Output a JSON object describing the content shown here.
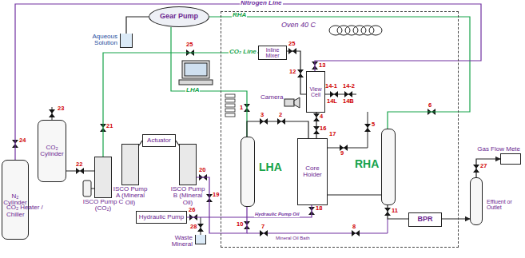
{
  "diagram": {
    "nodes": [
      {
        "text": [
          "Gear Pump"
        ]
      },
      {
        "text": [
          "N₂ Cylinder"
        ]
      },
      {
        "text": [
          "CO₂ Cylinder"
        ]
      },
      {
        "text": [
          "ISCO Pump C (CO₂)"
        ]
      },
      {
        "text": [
          "ISCO Pump A (Mineral Oil)"
        ]
      },
      {
        "text": [
          "Actuator"
        ]
      },
      {
        "text": [
          "ISCO Pump B (Mineral Oil)"
        ]
      },
      {
        "text": [
          "Hydraulic Pump"
        ]
      },
      {
        "text": [
          "Aqueous Solution"
        ]
      },
      {
        "text": [
          "Waste Mineral"
        ]
      },
      {
        "text": [
          "Oven 40 C"
        ]
      },
      {
        "text": [
          "Inline Mixer"
        ],
        "in": 10
      },
      {
        "text": [
          "View Cell"
        ],
        "in": 10
      },
      {
        "text": [
          "LHA"
        ],
        "in": 10
      },
      {
        "text": [
          "Core Holder"
        ],
        "in": 10
      },
      {
        "text": [
          "RHA"
        ],
        "in": 10
      },
      {
        "text": [
          "BPR"
        ],
        "in": 10
      },
      {
        "text": [
          "Gas Flow Mete"
        ]
      },
      {
        "text": [
          "Effluent or Outlet"
        ]
      }
    ],
    "edges": [
      {
        "from": 8,
        "to": 0,
        "arrow": "none"
      },
      {
        "from": 0,
        "to": 15,
        "label": "RHA",
        "arrow": "none"
      },
      {
        "from": 0,
        "to": 13,
        "label": "LHA",
        "arrow": "none"
      },
      {
        "from": 1,
        "to": 12,
        "label": "Nitrogen Line",
        "arrow": "none"
      },
      {
        "from": 2,
        "to": 3,
        "arrow": "none"
      },
      {
        "from": 3,
        "to": 11,
        "label": "CO₂ Line",
        "arrow": "none"
      },
      {
        "from": 5,
        "to": 4,
        "arrow": "none"
      },
      {
        "from": 5,
        "to": 6,
        "arrow": "none"
      },
      {
        "from": 6,
        "to": 13,
        "arrow": "none"
      },
      {
        "from": 7,
        "to": 14,
        "label": "Hydraulic Pump Oil",
        "arrow": "none"
      },
      {
        "from": 13,
        "to": 14,
        "arrow": "none"
      },
      {
        "from": 11,
        "to": 12,
        "arrow": "none"
      },
      {
        "from": 12,
        "to": 14,
        "arrow": "none"
      },
      {
        "from": 14,
        "to": 15,
        "arrow": "none"
      },
      {
        "from": 15,
        "to": 16,
        "arrow": "none"
      },
      {
        "from": 16,
        "to": 18,
        "arrow": "to"
      },
      {
        "from": 18,
        "to": 17,
        "arrow": "to"
      }
    ],
    "labels": [
      "CO₂ Heater / Chiller",
      "Camera",
      "Mineral Oil Bath",
      "24",
      "23",
      "22",
      "21",
      "25",
      "20",
      "19",
      "26",
      "28",
      "25",
      "13",
      "12",
      "14-1",
      "14-2",
      "14L",
      "14B",
      "4",
      "16",
      "17",
      "1",
      "3",
      "2",
      "9",
      "5",
      "6",
      "10",
      "7",
      "8",
      "18",
      "11",
      "27"
    ]
  }
}
